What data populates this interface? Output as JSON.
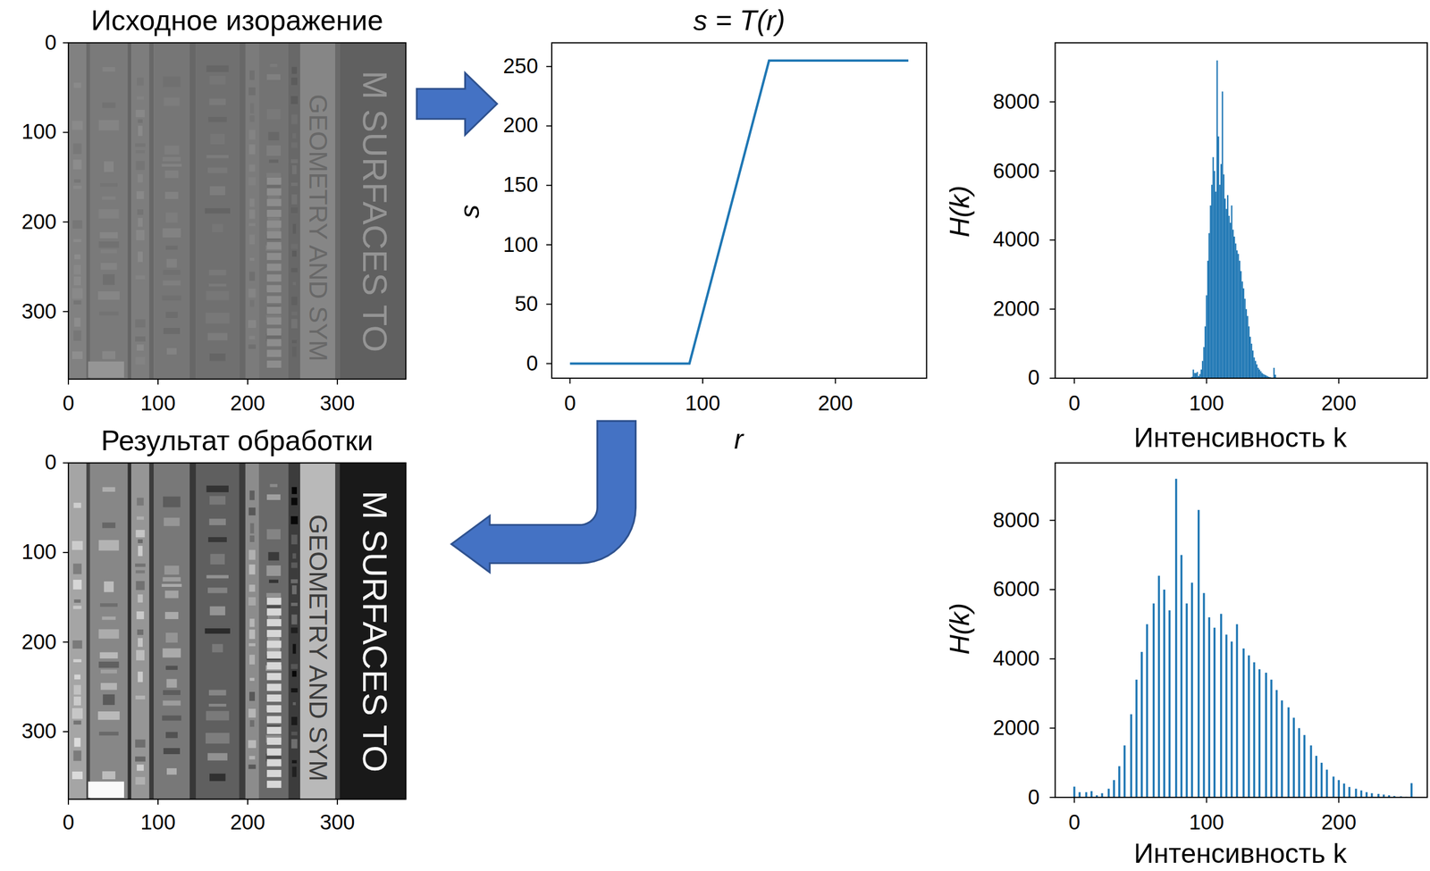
{
  "diagram": {
    "nodes": [
      {
        "text": [
          "Исходное изоражение"
        ]
      },
      {
        "text": [
          "s = T(r)"
        ]
      },
      {
        "text": [
          "Результат обработки"
        ]
      }
    ],
    "edges": [
      {
        "from": 0,
        "to": 1,
        "arrow": "to"
      },
      {
        "from": 1,
        "to": 2,
        "arrow": "to"
      }
    ],
    "labels": [
      "0",
      "100",
      "200",
      "300",
      "0",
      "100",
      "200",
      "300",
      "0",
      "100",
      "200",
      "300",
      "0",
      "100",
      "200",
      "300",
      "0",
      "100",
      "200",
      "0",
      "50",
      "100",
      "150",
      "200",
      "250",
      "s",
      "r",
      "0",
      "2000",
      "4000",
      "6000",
      "8000",
      "0",
      "100",
      "200",
      "H(k)",
      "Интенсивность k",
      "0",
      "2000",
      "4000",
      "6000",
      "8000",
      "0",
      "100",
      "200",
      "H(k)",
      "Интенсивность k",
      "M SURFACES TO",
      "GEOMETRY AND SYM",
      "M SURFACES TO",
      "GEOMETRY AND SYM"
    ]
  }
}
